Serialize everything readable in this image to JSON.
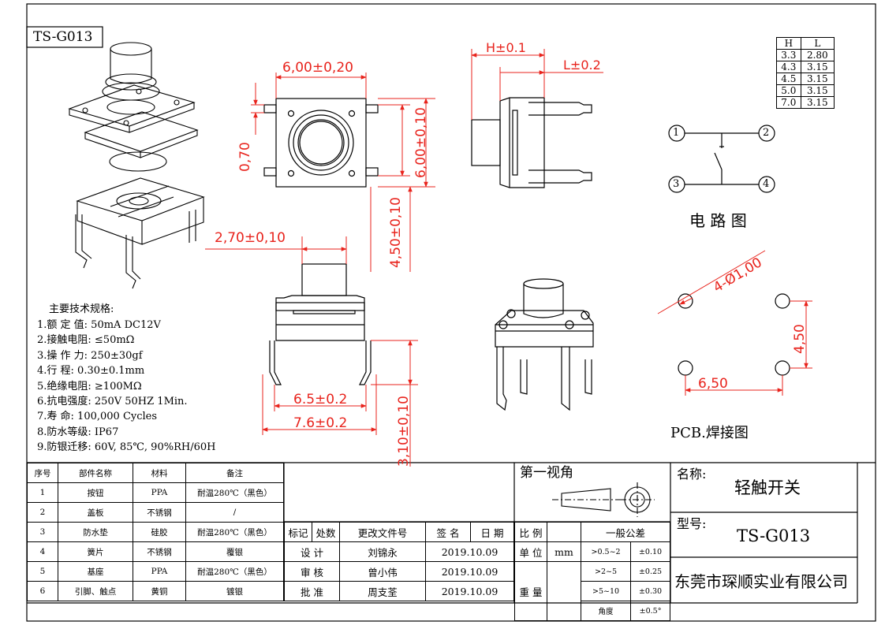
{
  "title_box": {
    "label": "TS-G013"
  },
  "dimensions": {
    "width_top": "6,00±0,20",
    "height_right": "6,00±0,10",
    "pin_pitch_left": "0,70",
    "overall_height": "4,50±0,10",
    "h_dim": "H±0.1",
    "l_dim": "L±0.2",
    "stem_width": "2,70±0,10",
    "pin_span_inner": "6.5±0.2",
    "pin_span_outer": "7.6±0.2",
    "pin_height": "3,10±0,10"
  },
  "hl_table": {
    "headers": [
      "H",
      "L"
    ],
    "rows": [
      [
        "3.3",
        "2.80"
      ],
      [
        "4.3",
        "3.15"
      ],
      [
        "4.5",
        "3.15"
      ],
      [
        "5.0",
        "3.15"
      ],
      [
        "7.0",
        "3.15"
      ]
    ]
  },
  "circuit": {
    "pins": [
      "1",
      "2",
      "3",
      "4"
    ],
    "caption": "电 路 图"
  },
  "pcb": {
    "hole_dim": "4-Ø1,00",
    "pitch_v": "4,50",
    "pitch_h": "6,50",
    "caption": "PCB.焊接图"
  },
  "specs": {
    "heading": "主要技术规格:",
    "items": [
      "1.额 定 值: 50mA DC12V",
      "2.接触电阻: ≤50mΩ",
      "3.操 作 力: 250±30gf",
      "4.行     程: 0.30±0.1mm",
      "5.绝缘电阻: ≥100MΩ",
      "6.抗电强度: 250V 50HZ 1Min.",
      "7.寿     命: 100,000 Cycles",
      "8.防水等级: IP67",
      "9.防银迁移: 60V, 85℃, 90%RH/60H"
    ]
  },
  "bom": {
    "headers": [
      "序号",
      "部件名称",
      "材料",
      "备注"
    ],
    "rows": [
      [
        "1",
        "按钮",
        "PPA",
        "耐温280℃（黑色）"
      ],
      [
        "2",
        "盖板",
        "不锈钢",
        "/"
      ],
      [
        "3",
        "防水垫",
        "硅胶",
        "耐温280℃（黑色）"
      ],
      [
        "4",
        "簧片",
        "不锈钢",
        "覆银"
      ],
      [
        "5",
        "基座",
        "PPA",
        "耐温280℃（黑色）"
      ],
      [
        "6",
        "引脚、触点",
        "黄铜",
        "镀银"
      ]
    ]
  },
  "revision": {
    "headers": [
      "标记",
      "处数",
      "更改文件号",
      "签 名",
      "日 期"
    ],
    "rows": [
      [
        "设 计",
        "刘锦永",
        "2019.10.09"
      ],
      [
        "审 核",
        "曾小伟",
        "2019.10.09"
      ],
      [
        "批 准",
        "周支荃",
        "2019.10.09"
      ]
    ]
  },
  "projection": {
    "label": "第一视角"
  },
  "scale_block": {
    "scale_label": "比 例",
    "unit_label": "单 位",
    "unit_value": "mm",
    "weight_label": "重 量",
    "general_tol": "一般公差",
    "tolerances": [
      [
        ">0.5~2",
        "±0.10"
      ],
      [
        ">2~5",
        "±0.25"
      ],
      [
        ">5~10",
        "±0.30"
      ],
      [
        "角度",
        "±0.5°"
      ]
    ]
  },
  "title_block": {
    "name_label": "名称:",
    "name_value": "轻触开关",
    "model_label": "型号:",
    "model_value": "TS-G013",
    "company": "东莞市琛顺实业有限公司"
  }
}
